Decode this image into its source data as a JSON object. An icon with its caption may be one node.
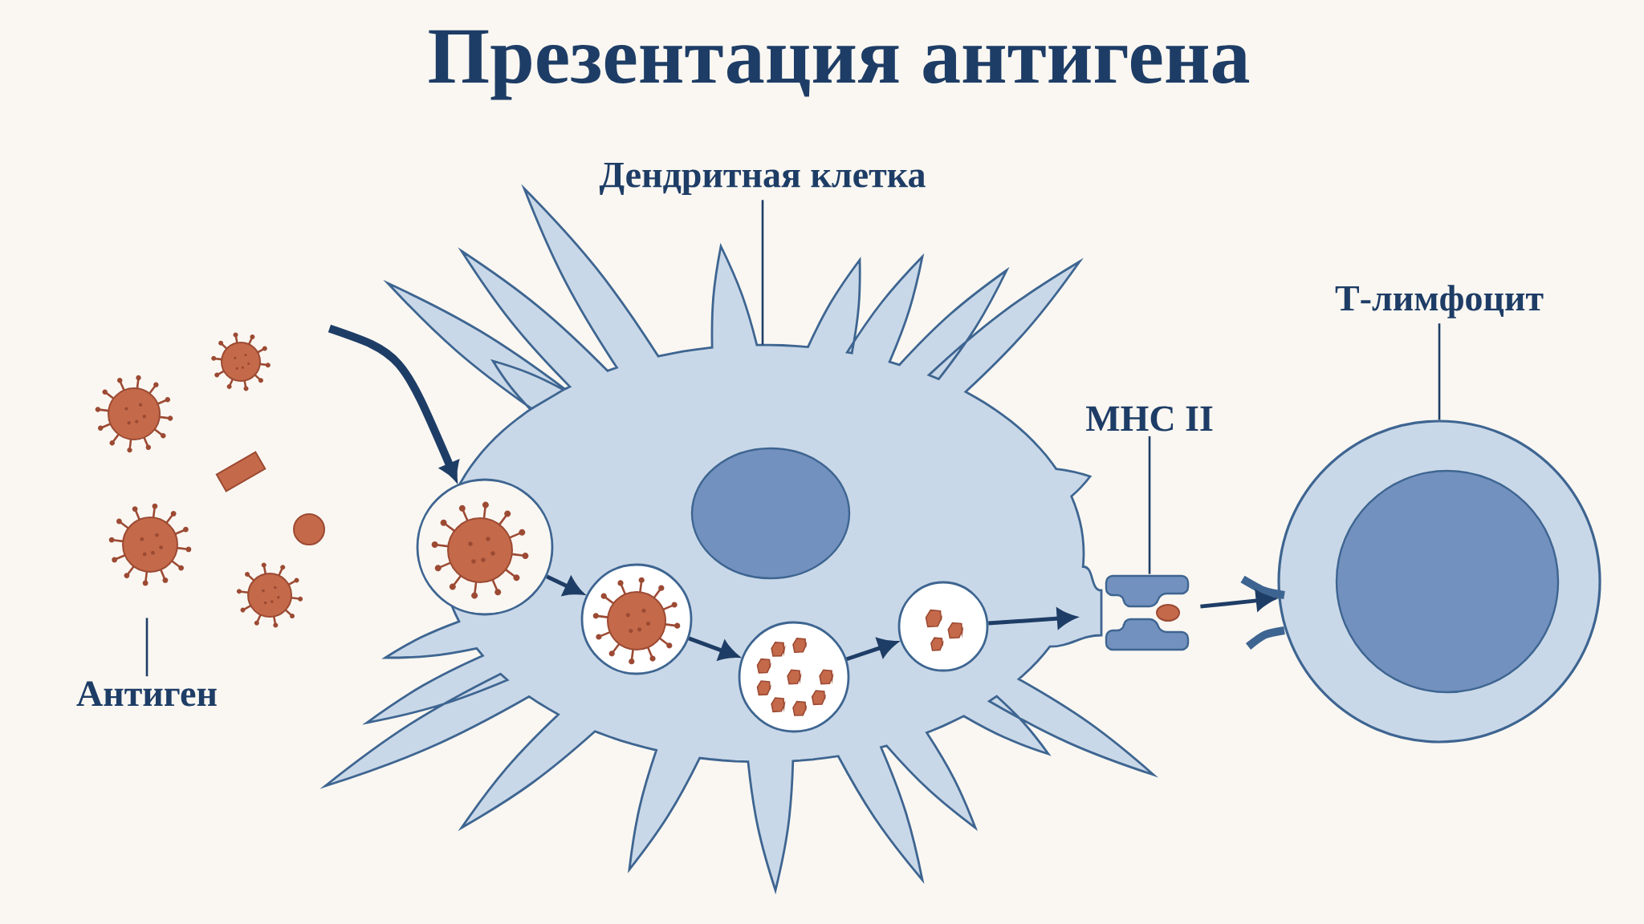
{
  "diagram": {
    "title": "Презентация антигена",
    "nodes": [
      {
        "text": [
          "Дендритная клетка"
        ]
      },
      {
        "text": [
          "Т-лимфоцит"
        ]
      },
      {
        "text": [
          "MHC II"
        ]
      },
      {
        "text": [
          "Антиген"
        ]
      },
      {
        "text": [],
        "shape": "picture"
      },
      {
        "text": [],
        "shape": "picture"
      },
      {
        "text": [],
        "shape": "picture",
        "in": 5
      },
      {
        "text": [],
        "shape": "circle",
        "in": 5
      },
      {
        "text": [],
        "shape": "circle",
        "in": 5
      },
      {
        "text": [],
        "shape": "circle",
        "in": 5
      },
      {
        "text": [],
        "shape": "picture"
      },
      {
        "text": [],
        "shape": "circle"
      }
    ],
    "edges": [
      {
        "from": 0,
        "to": 5,
        "arrow": "none"
      },
      {
        "from": 1,
        "to": 11,
        "arrow": "none"
      },
      {
        "from": 2,
        "to": 10,
        "arrow": "none"
      },
      {
        "from": 3,
        "to": 4,
        "arrow": "none"
      },
      {
        "from": 4,
        "to": 6,
        "arrow": "to",
        "style": "thick"
      },
      {
        "from": 6,
        "to": 7,
        "arrow": "to"
      },
      {
        "from": 7,
        "to": 8,
        "arrow": "to"
      },
      {
        "from": 8,
        "to": 9,
        "arrow": "to"
      },
      {
        "from": 9,
        "to": 10,
        "arrow": "to"
      },
      {
        "from": 10,
        "to": 11,
        "arrow": "to"
      }
    ]
  }
}
